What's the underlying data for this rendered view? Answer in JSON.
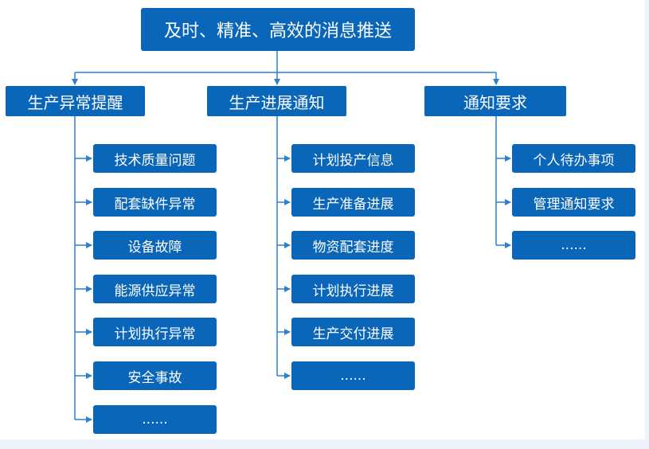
{
  "title": "及时、精准、高效的消息推送",
  "colors": {
    "box": "#0a66b8",
    "line": "#2f7fd0",
    "background": "#ffffff"
  },
  "categories": [
    {
      "label": "生产异常提醒",
      "items": [
        "技术质量问题",
        "配套缺件异常",
        "设备故障",
        "能源供应异常",
        "计划执行异常",
        "安全事故",
        "......"
      ]
    },
    {
      "label": "生产进展通知",
      "items": [
        "计划投产信息",
        "生产准备进展",
        "物资配套进度",
        "计划执行进展",
        "生产交付进展",
        "......"
      ]
    },
    {
      "label": "通知要求",
      "items": [
        "个人待办事项",
        "管理通知要求",
        "......"
      ]
    }
  ]
}
